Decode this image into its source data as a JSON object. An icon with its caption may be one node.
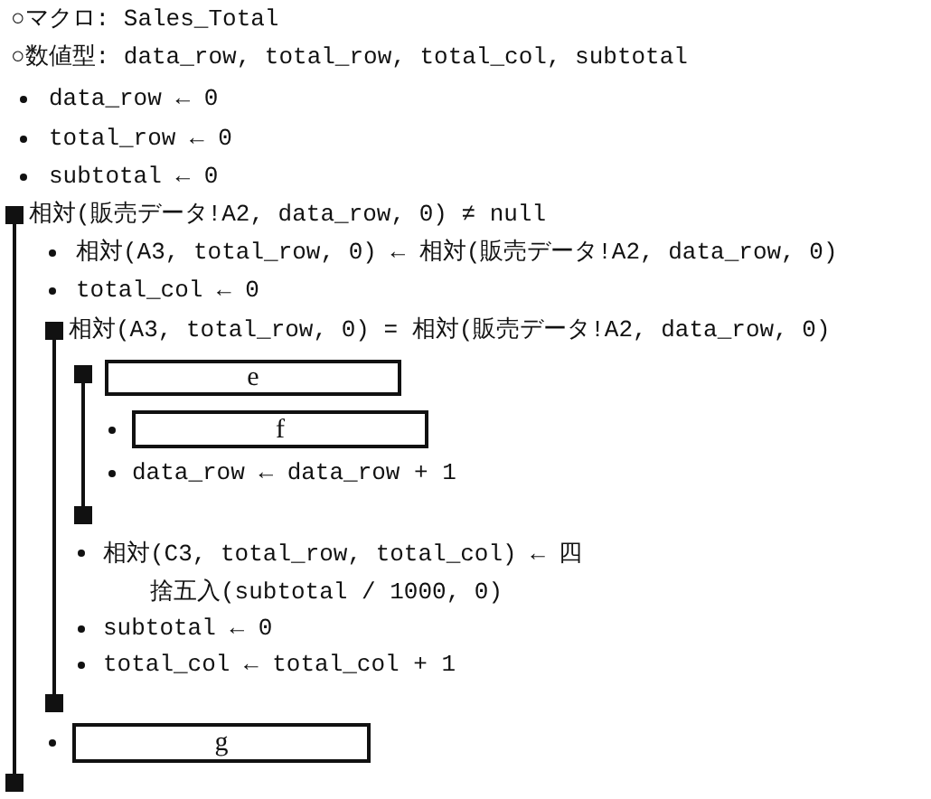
{
  "diagram": {
    "nodes": [
      {
        "text": [
          "e"
        ]
      },
      {
        "text": [
          "f"
        ]
      },
      {
        "text": [
          "g"
        ]
      }
    ],
    "labels": [
      "○マクロ: Sales_Total",
      "○数値型: data_row, total_row, total_col, subtotal",
      "data_row ← 0",
      "total_row ← 0",
      "subtotal ← 0",
      "相対(販売データ!A2, data_row, 0) ≠ null",
      "相対(A3, total_row, 0) ← 相対(販売データ!A2, data_row, 0)",
      "total_col ← 0",
      "相対(A3, total_row, 0) = 相対(販売データ!A2, data_row, 0)",
      "data_row ← data_row + 1",
      "相対(C3, total_row, total_col) ← 四捨五入(subtotal / 1000, 0)",
      "subtotal ← 0",
      "total_col ← total_col + 1"
    ]
  }
}
